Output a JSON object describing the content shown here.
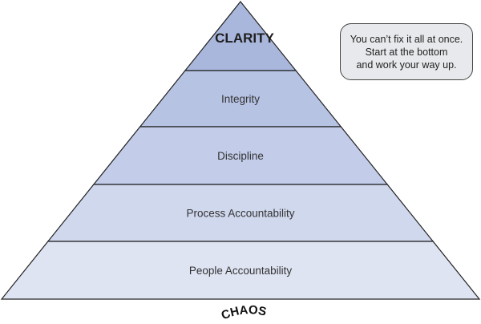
{
  "pyramid": {
    "levels": [
      {
        "label": "CLARITY",
        "color": "#a9b7dc"
      },
      {
        "label": "Integrity",
        "color": "#b6c3e3"
      },
      {
        "label": "Discipline",
        "color": "#c3cdea"
      },
      {
        "label": "Process Accountability",
        "color": "#d0d8ee"
      },
      {
        "label": "People Accountability",
        "color": "#dfe4f3"
      }
    ],
    "base_label": "CHAOS"
  },
  "note": {
    "lines": [
      "You can’t fix it all at once.",
      "Start at the bottom",
      "and work your way up."
    ]
  }
}
